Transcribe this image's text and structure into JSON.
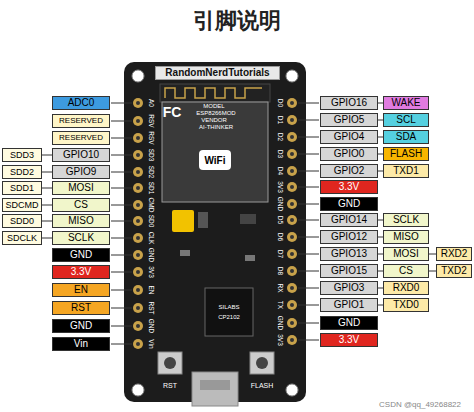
{
  "diagram": {
    "title": "引脚说明",
    "nodes": [
      {
        "text": [
          "RandomNerdTutorials"
        ]
      },
      {
        "text": [
          "ADC0"
        ]
      },
      {
        "text": [
          "GPIO16"
        ]
      },
      {
        "text": [
          "WAKE"
        ]
      },
      {
        "text": [
          "RESERVED"
        ]
      },
      {
        "text": [
          "GPIO5"
        ]
      },
      {
        "text": [
          "SCL"
        ]
      },
      {
        "text": [
          "RESERVED"
        ]
      },
      {
        "text": [
          "GPIO4"
        ]
      },
      {
        "text": [
          "SDA"
        ]
      },
      {
        "text": [
          "SDD3"
        ]
      },
      {
        "text": [
          "GPIO10"
        ]
      },
      {
        "text": [
          "GPIO0"
        ]
      },
      {
        "text": [
          "FLASH"
        ]
      },
      {
        "text": [
          "SDD2"
        ]
      },
      {
        "text": [
          "GPIO9"
        ]
      },
      {
        "text": [
          "GPIO2"
        ]
      },
      {
        "text": [
          "TXD1"
        ]
      },
      {
        "text": [
          "SDD1"
        ]
      },
      {
        "text": [
          "MOSI"
        ]
      },
      {
        "text": [
          "3.3V"
        ]
      },
      {
        "text": [
          "SDCMD"
        ]
      },
      {
        "text": [
          "CS"
        ]
      },
      {
        "text": [
          "GND"
        ]
      },
      {
        "text": [
          "SDD0"
        ]
      },
      {
        "text": [
          "MISO"
        ]
      },
      {
        "text": [
          "GPIO14"
        ]
      },
      {
        "text": [
          "SCLK"
        ]
      },
      {
        "text": [
          "SDCLK"
        ]
      },
      {
        "text": [
          "SCLK"
        ]
      },
      {
        "text": [
          "GPIO12"
        ]
      },
      {
        "text": [
          "MISO"
        ]
      },
      {
        "text": [
          "GND"
        ]
      },
      {
        "text": [
          "GPIO13"
        ]
      },
      {
        "text": [
          "MOSI"
        ]
      },
      {
        "text": [
          "RXD2"
        ]
      },
      {
        "text": [
          "3.3V"
        ]
      },
      {
        "text": [
          "GPIO15"
        ]
      },
      {
        "text": [
          "CS"
        ]
      },
      {
        "text": [
          "TXD2"
        ]
      },
      {
        "text": [
          "EN"
        ]
      },
      {
        "text": [
          "GPIO3"
        ]
      },
      {
        "text": [
          "RXD0"
        ]
      },
      {
        "text": [
          "RST"
        ]
      },
      {
        "text": [
          "GPIO1"
        ]
      },
      {
        "text": [
          "TXD0"
        ]
      },
      {
        "text": [
          "GND"
        ]
      },
      {
        "text": [
          "GND"
        ]
      },
      {
        "text": [
          "Vin"
        ]
      },
      {
        "text": [
          "3.3V"
        ]
      }
    ],
    "edges": [
      {
        "from": 10,
        "to": 11,
        "arrow": "none"
      },
      {
        "from": 14,
        "to": 15,
        "arrow": "none"
      },
      {
        "from": 18,
        "to": 19,
        "arrow": "none"
      },
      {
        "from": 21,
        "to": 22,
        "arrow": "none"
      },
      {
        "from": 24,
        "to": 25,
        "arrow": "none"
      },
      {
        "from": 28,
        "to": 29,
        "arrow": "none"
      },
      {
        "from": 2,
        "to": 3,
        "arrow": "none"
      },
      {
        "from": 5,
        "to": 6,
        "arrow": "none"
      },
      {
        "from": 8,
        "to": 9,
        "arrow": "none"
      },
      {
        "from": 12,
        "to": 13,
        "arrow": "none"
      },
      {
        "from": 16,
        "to": 17,
        "arrow": "none"
      },
      {
        "from": 26,
        "to": 27,
        "arrow": "none"
      },
      {
        "from": 30,
        "to": 31,
        "arrow": "none"
      },
      {
        "from": 33,
        "to": 34,
        "arrow": "none"
      },
      {
        "from": 34,
        "to": 35,
        "arrow": "none"
      },
      {
        "from": 37,
        "to": 38,
        "arrow": "none"
      },
      {
        "from": 38,
        "to": 39,
        "arrow": "none"
      },
      {
        "from": 41,
        "to": 42,
        "arrow": "none"
      },
      {
        "from": 44,
        "to": 45,
        "arrow": "none"
      }
    ],
    "labels": [
      "A0",
      "RSV",
      "RSV",
      "SD3",
      "SD2",
      "SD1",
      "CMD",
      "SD0",
      "CLK",
      "GND",
      "3V3",
      "EN",
      "RST",
      "GND",
      "Vin",
      "D0",
      "D1",
      "D2",
      "D3",
      "D4",
      "3V3",
      "GND",
      "D5",
      "D6",
      "D7",
      "D8",
      "RX",
      "TX",
      "GND",
      "3V3",
      "FC",
      "MODEL",
      "ESP8266MOD",
      "VENDOR",
      "AI-THINKER",
      "WiFi",
      "SILABS",
      "CP2102",
      "RST",
      "FLASH",
      "CSDN @qq_49268822"
    ]
  }
}
